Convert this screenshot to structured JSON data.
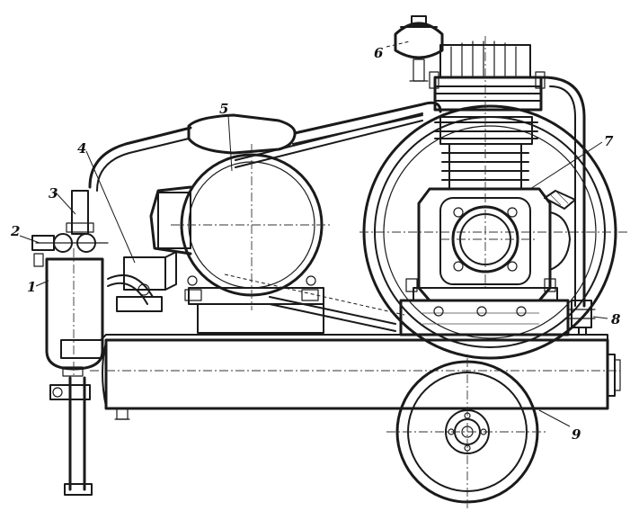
{
  "labels": {
    "l1": "1",
    "l2": "2",
    "l3": "3",
    "l4": "4",
    "l5": "5",
    "l6": "6",
    "l7": "7",
    "l8": "8",
    "l9": "9"
  },
  "colors": {
    "ink": "#1a1a1a",
    "paper": "#ffffff"
  }
}
